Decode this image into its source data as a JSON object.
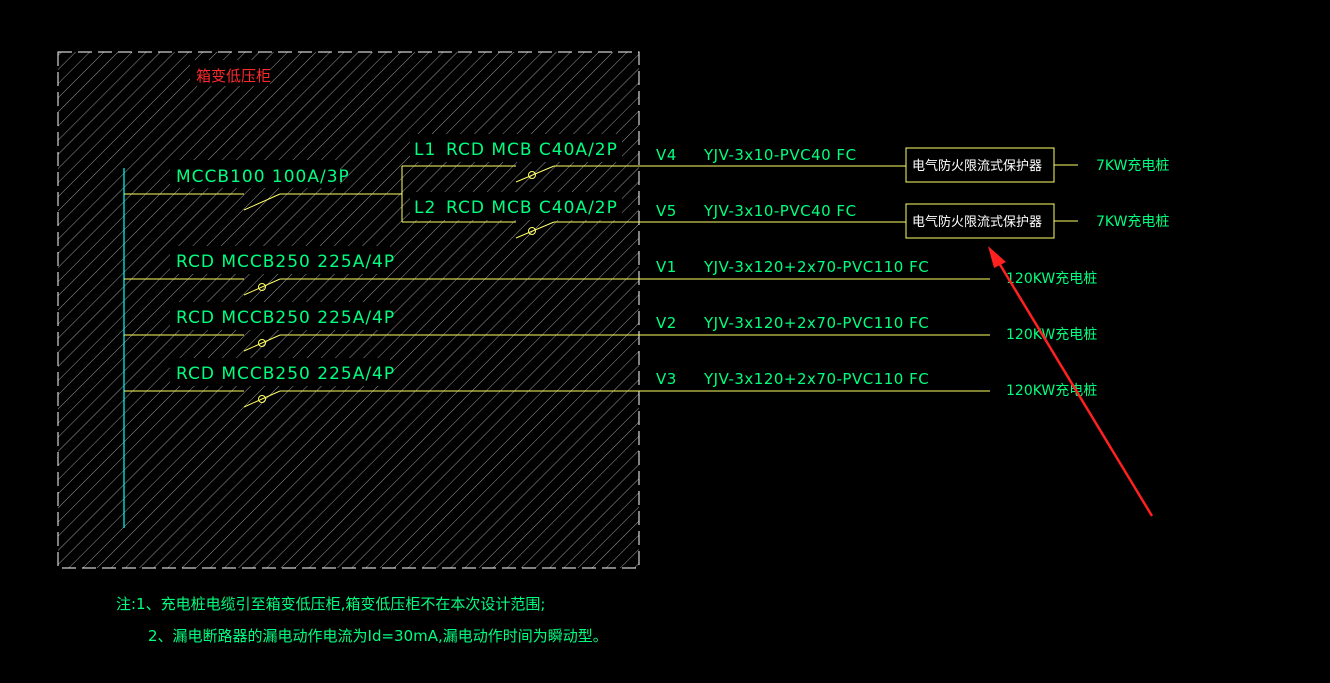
{
  "panel": {
    "title": "箱变低压柜"
  },
  "main_breaker": {
    "label": "MCCB100  100A/3P"
  },
  "branches": [
    {
      "phase": "L1",
      "breaker": "RCD MCB C40A/2P",
      "circuit": "V4",
      "cable": "YJV-3x10-PVC40 FC",
      "protector": "电气防火限流式保护器",
      "load": "7KW充电桩"
    },
    {
      "phase": "L2",
      "breaker": "RCD MCB C40A/2P",
      "circuit": "V5",
      "cable": "YJV-3x10-PVC40 FC",
      "protector": "电气防火限流式保护器",
      "load": "7KW充电桩"
    }
  ],
  "feeders": [
    {
      "breaker": "RCD MCCB250  225A/4P",
      "circuit": "V1",
      "cable": "YJV-3x120+2x70-PVC110 FC",
      "load": "120KW充电桩"
    },
    {
      "breaker": "RCD MCCB250  225A/4P",
      "circuit": "V2",
      "cable": "YJV-3x120+2x70-PVC110 FC",
      "load": "120KW充电桩"
    },
    {
      "breaker": "RCD MCCB250  225A/4P",
      "circuit": "V3",
      "cable": "YJV-3x120+2x70-PVC110 FC",
      "load": "120KW充电桩"
    }
  ],
  "notes": [
    "注:1、充电桩电缆引至箱变低压柜,箱变低压柜不在本次设计范围;",
    "2、漏电断路器的漏电动作电流为Id=30mA,漏电动作时间为瞬动型。"
  ],
  "colors": {
    "wire": "#ffff66",
    "bus": "#00ffff",
    "text": "#00ff7f",
    "hatch": "#ffffff",
    "title": "#ff2a2a",
    "arrow": "#ff2020"
  }
}
